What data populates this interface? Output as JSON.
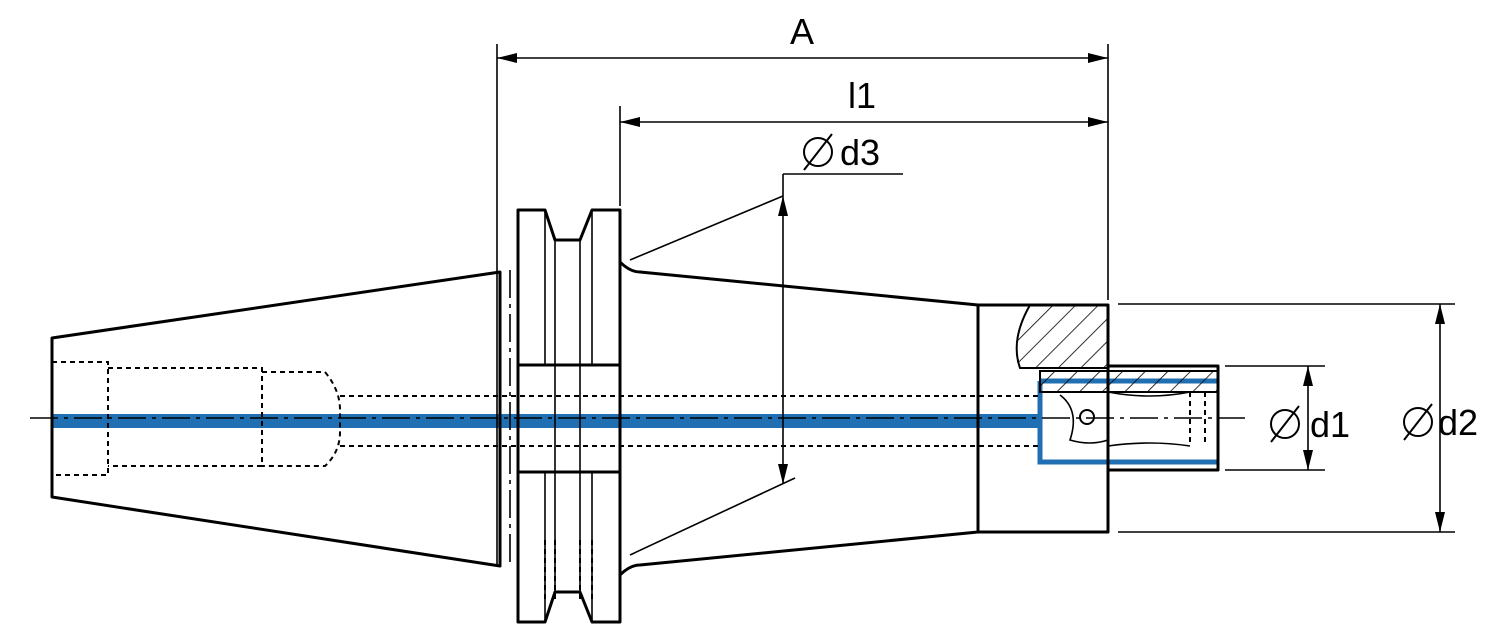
{
  "title": "",
  "labels": {
    "A": "A",
    "l1": "l1",
    "d3": "d3",
    "d1": "d1",
    "d2": "d2",
    "diameter_symbol": "diameter-symbol"
  },
  "colors": {
    "coolant_channel": "#1f6fb2",
    "line": "#000000",
    "background": "#ffffff"
  }
}
